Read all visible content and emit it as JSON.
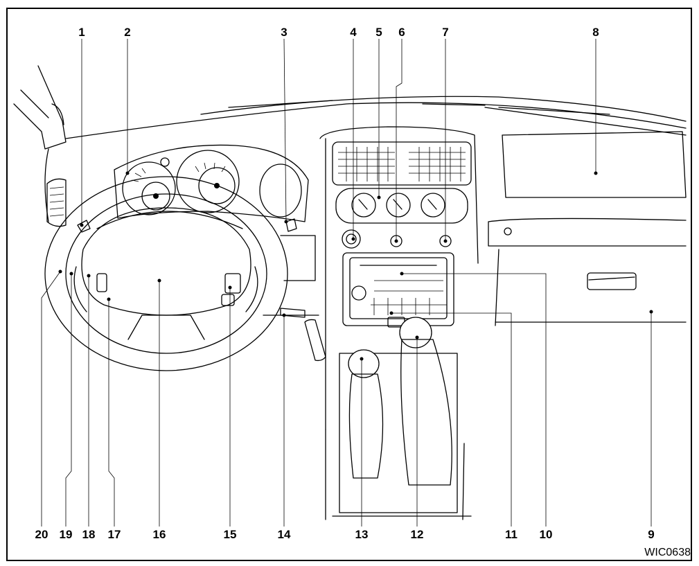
{
  "callouts": [
    {
      "id": "c1",
      "label": "1"
    },
    {
      "id": "c2",
      "label": "2"
    },
    {
      "id": "c3",
      "label": "3"
    },
    {
      "id": "c4",
      "label": "4"
    },
    {
      "id": "c5",
      "label": "5"
    },
    {
      "id": "c6",
      "label": "6"
    },
    {
      "id": "c7",
      "label": "7"
    },
    {
      "id": "c8",
      "label": "8"
    },
    {
      "id": "c9",
      "label": "9"
    },
    {
      "id": "c10",
      "label": "10"
    },
    {
      "id": "c11",
      "label": "11"
    },
    {
      "id": "c12",
      "label": "12"
    },
    {
      "id": "c13",
      "label": "13"
    },
    {
      "id": "c14",
      "label": "14"
    },
    {
      "id": "c15",
      "label": "15"
    },
    {
      "id": "c16",
      "label": "16"
    },
    {
      "id": "c17",
      "label": "17"
    },
    {
      "id": "c18",
      "label": "18"
    },
    {
      "id": "c19",
      "label": "19"
    },
    {
      "id": "c20",
      "label": "20"
    }
  ],
  "figure_code": "WIC0638"
}
